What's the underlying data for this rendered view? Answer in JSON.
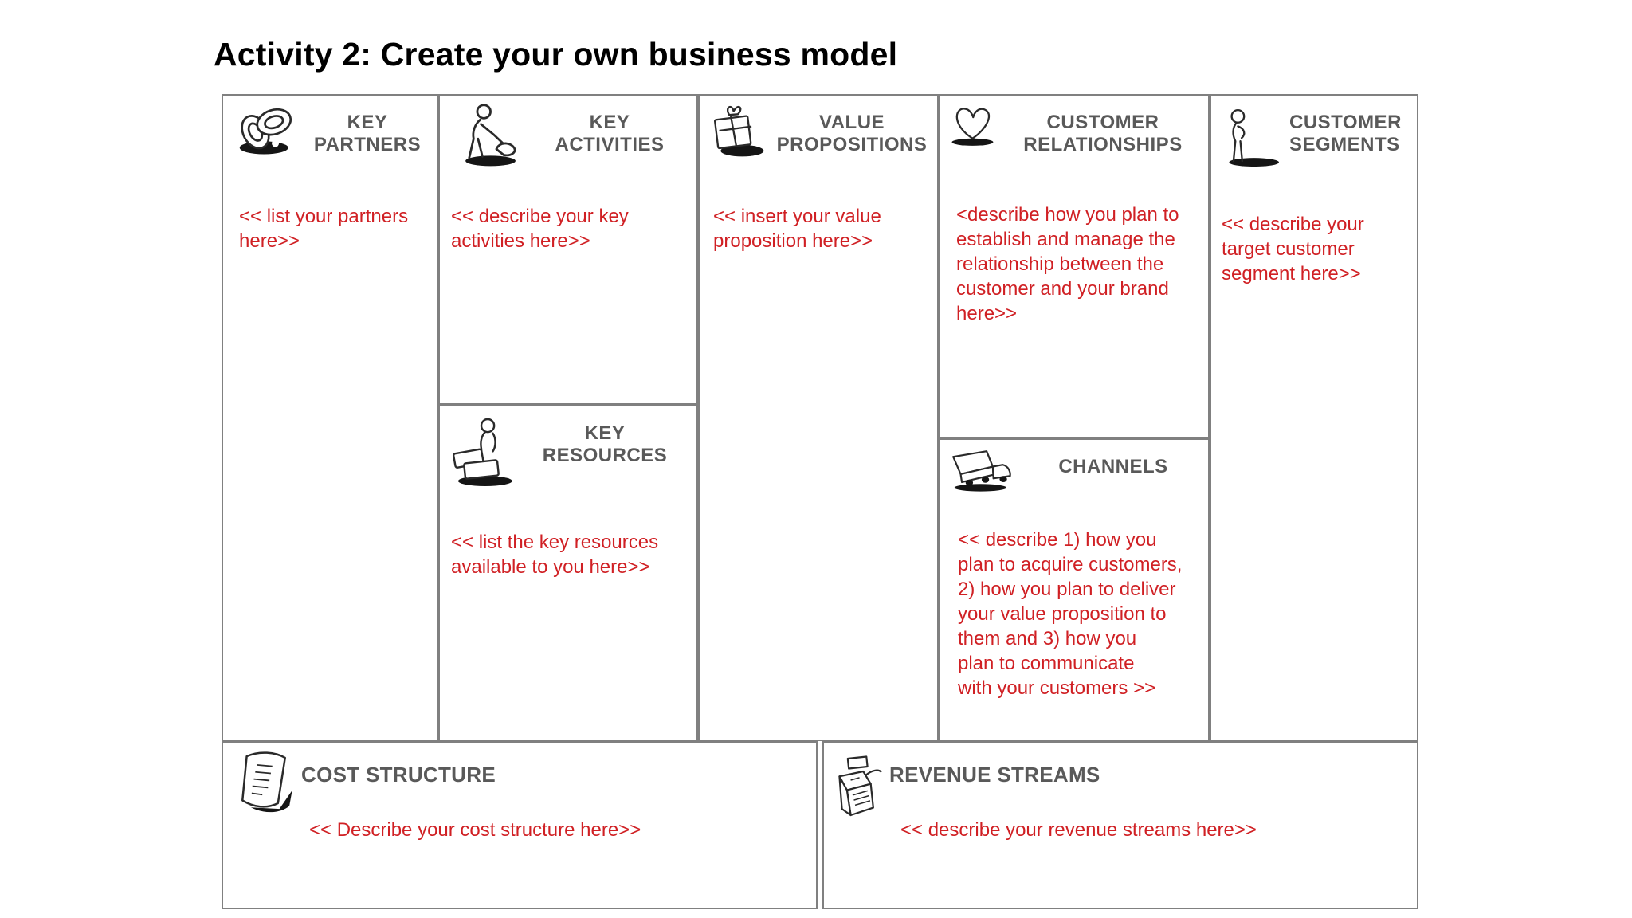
{
  "page": {
    "title": "Activity 2: Create your own business model"
  },
  "colors": {
    "border_gray": "#808080",
    "heading_gray": "#595959",
    "placeholder_red": "#d02024",
    "title_black": "#000000",
    "background": "#ffffff"
  },
  "canvas": {
    "sections": {
      "key_partners": {
        "title": "KEY\nPARTNERS",
        "icon": "chain-rings-icon",
        "placeholder": "<< list your partners\nhere>>"
      },
      "key_activities": {
        "title": "KEY\nACTIVITIES",
        "icon": "digging-person-icon",
        "placeholder": "<< describe your key\nactivities here>>"
      },
      "key_resources": {
        "title": "KEY\nRESOURCES",
        "icon": "worker-with-boxes-icon",
        "placeholder": "<< list the key resources\navailable to you here>>"
      },
      "value_propositions": {
        "title": "VALUE\nPROPOSITIONS",
        "icon": "gift-box-icon",
        "placeholder": "<< insert your value\nproposition here>>"
      },
      "customer_relationships": {
        "title": "CUSTOMER\nRELATIONSHIPS",
        "icon": "heart-icon",
        "placeholder": "<describe how you plan to\nestablish and manage the\nrelationship between the\ncustomer and your brand\nhere>>"
      },
      "channels": {
        "title": "CHANNELS",
        "icon": "truck-icon",
        "placeholder": "<< describe 1) how you\nplan to acquire customers,\n2) how you plan to deliver\nyour value proposition to\nthem and 3) how you\nplan to communicate\nwith your customers >>"
      },
      "customer_segments": {
        "title": "CUSTOMER\nSEGMENTS",
        "icon": "standing-person-icon",
        "placeholder": "<< describe your\ntarget customer\nsegment here>>"
      },
      "cost_structure": {
        "title": "COST STRUCTURE",
        "icon": "document-icon",
        "placeholder": "<< Describe your cost structure here>>"
      },
      "revenue_streams": {
        "title": "REVENUE STREAMS",
        "icon": "cash-register-icon",
        "placeholder": "<< describe your revenue streams here>>"
      }
    }
  }
}
